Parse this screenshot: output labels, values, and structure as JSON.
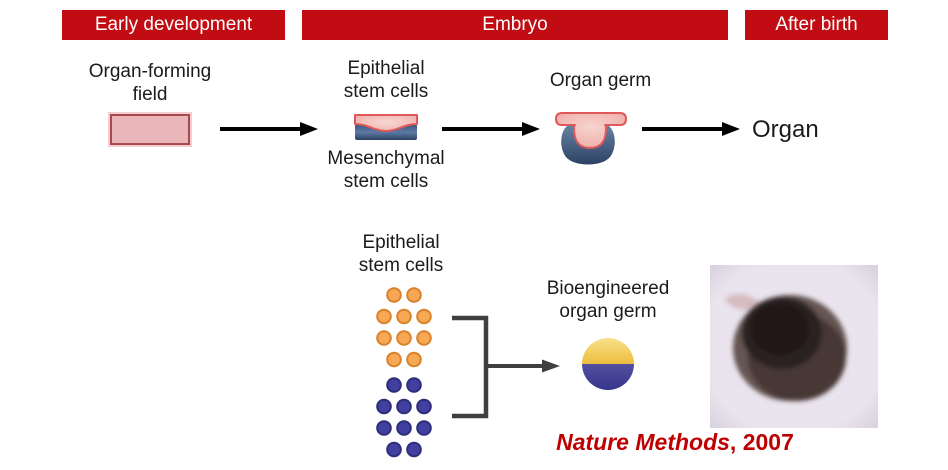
{
  "headers": [
    {
      "label": "Early development"
    },
    {
      "label": "Embryo"
    },
    {
      "label": "After birth"
    }
  ],
  "top_flow": {
    "field_label": "Organ-forming\nfield",
    "epithelial_label": "Epithelial\nstem cells",
    "mesenchymal_label": "Mesenchymal\nstem cells",
    "organ_germ_label": "Organ germ",
    "organ_label": "Organ"
  },
  "bottom_flow": {
    "epithelial_label": "Epithelial\nstem cells",
    "bioengineered_label": "Bioengineered\norgan germ",
    "citation_journal": "Nature Methods",
    "citation_year": ", 2007",
    "orange_cell_rows": [
      2,
      3,
      3,
      2
    ],
    "blue_cell_rows": [
      2,
      3,
      3,
      2
    ]
  },
  "colors": {
    "header_red": "#C00C12",
    "text_dark": "#1B1B1B",
    "field_fill": "#EBB6BA",
    "field_border": "#A8484F",
    "epithelial_pink": "#EFA9A4",
    "epithelial_border": "#E0595A",
    "mesenchymal_blue": "#2F4568",
    "dot_orange": "#F6A854",
    "dot_orange_border": "#D9822B",
    "dot_blue": "#4140A1",
    "dot_blue_border": "#2E2D7A",
    "sphere_yellow": "#EFC44A",
    "sphere_blue": "#45429B",
    "connector_gray": "#3F3F3F",
    "arrow_black": "#000000",
    "citation_red": "#BE0000"
  }
}
